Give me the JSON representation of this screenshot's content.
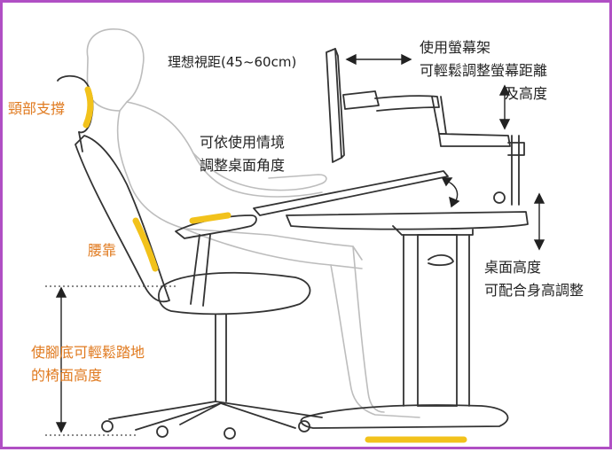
{
  "labels": {
    "neck_support": "頸部支撐",
    "lumbar": "腰靠",
    "seat_height_line1": "使腳底可輕鬆踏地",
    "seat_height_line2": "的椅面高度",
    "viewing_distance": "理想視距(45~60cm)",
    "monitor_arm_line1": "使用螢幕架",
    "monitor_arm_line2": "可輕鬆調整螢幕距離",
    "monitor_arm_line3": "及高度",
    "desk_tilt_line1": "可依使用情境",
    "desk_tilt_line2": "調整桌面角度",
    "desk_height_line1": "桌面高度",
    "desk_height_line2": "可配合身高調整"
  },
  "colors": {
    "frame": "#b04fc4",
    "highlight": "#f2c21b",
    "label_orange": "#e07a1f",
    "line": "#333333",
    "figure": "#bdbdbd"
  }
}
